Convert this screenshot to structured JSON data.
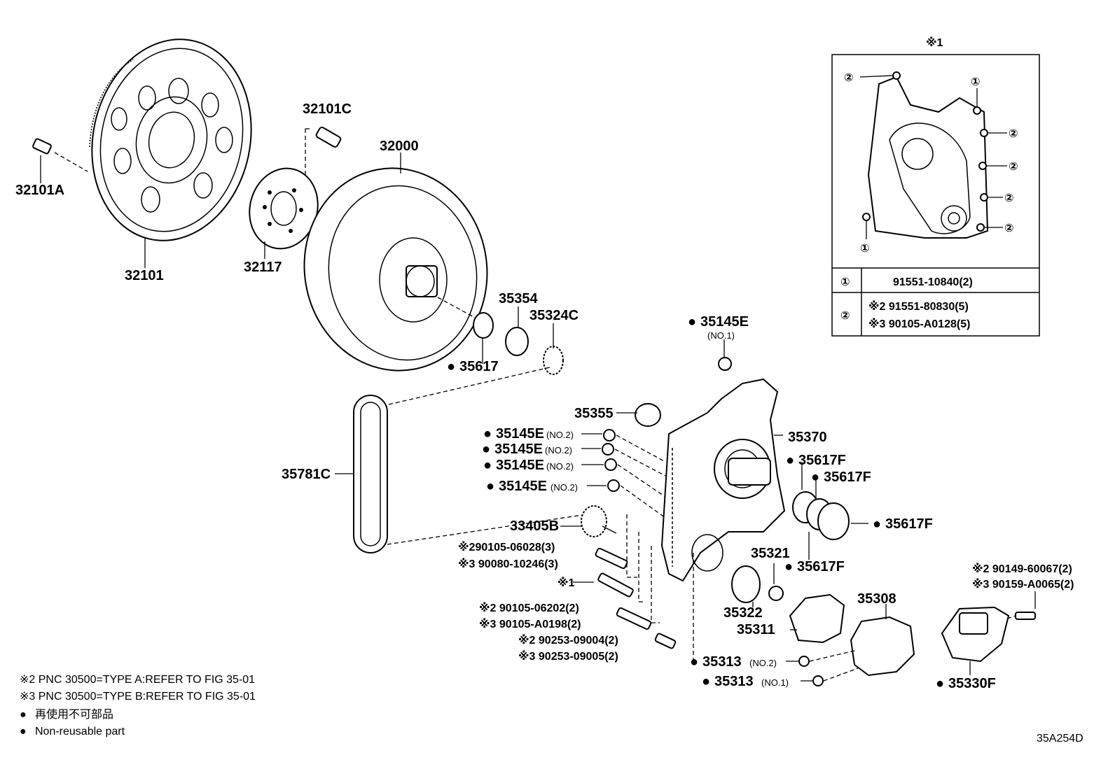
{
  "figure_code": "35A254D",
  "labels": {
    "p32101A": "32101A",
    "p32101": "32101",
    "p32101C": "32101C",
    "p32117": "32117",
    "p32000": "32000",
    "p35354": "35354",
    "p35324C": "35324C",
    "p35617": "35617",
    "p35145E_no1": "35145E",
    "no1": "(NO.1)",
    "p35355": "35355",
    "p35145E_a": "35145E",
    "p35145E_b": "35145E",
    "p35145E_c": "35145E",
    "p35145E_d": "35145E",
    "no2": "(NO.2)",
    "p35370": "35370",
    "p35781C": "35781C",
    "p35617F_1": "35617F",
    "p35617F_2": "35617F",
    "p35617F_3": "35617F",
    "p35617F_4": "35617F",
    "p33405B": "33405B",
    "b1_line1": "※290105-06028(3)",
    "b1_line2": "※3 90080-10246(3)",
    "b2": "※1",
    "b3_line1": "※2 90105-06202(2)",
    "b3_line2": "※3 90105-A0198(2)",
    "pin_line1": "※2 90253-09004(2)",
    "pin_line2": "※3 90253-09005(2)",
    "p35321": "35321",
    "p35322": "35322",
    "p35311": "35311",
    "p35308": "35308",
    "p35313_no2": "35313",
    "p35313_no1": "35313",
    "p35330F": "35330F",
    "bolt_r1": "※2 90149-60067(2)",
    "bolt_r2": "※3 90159-A0065(2)"
  },
  "inset": {
    "title": "※1",
    "marker1": "①",
    "marker2": "②",
    "row1_part": "91551-10840(2)",
    "row2_part_a": "※2 91551-80830(5)",
    "row2_part_b": "※3 90105-A0128(5)"
  },
  "legend": {
    "note1": "※2 PNC 30500=TYPE A:REFER TO FIG 35-01",
    "note2": "※3 PNC 30500=TYPE B:REFER TO FIG 35-01",
    "jp": "再使用不可部品",
    "en": "Non-reusable part",
    "bullet": "●"
  }
}
